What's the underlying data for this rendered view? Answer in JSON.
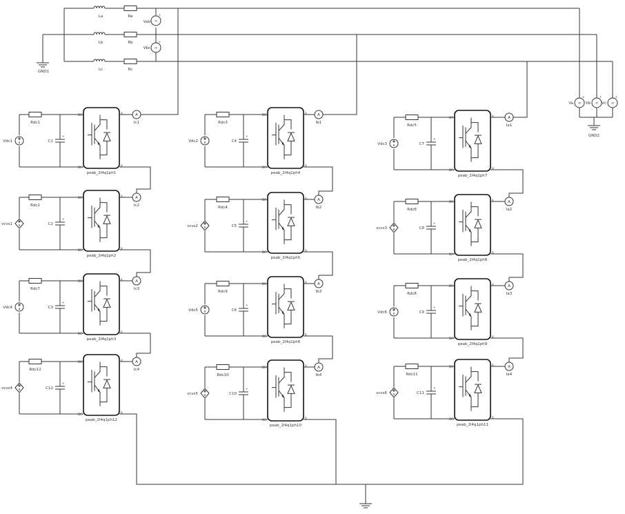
{
  "grid": {
    "inductors": [
      "La",
      "Lb",
      "Lc"
    ],
    "resistors": [
      "Ra",
      "Rb",
      "Rc"
    ],
    "sources": [
      "Vab",
      "Vbc"
    ],
    "ground": "GND1"
  },
  "loads": {
    "meters": [
      "Va",
      "Vb",
      "Vc"
    ],
    "ground": "GND2"
  },
  "pins": {
    "dcp": "DC+",
    "dcm": "DC-",
    "a": "A",
    "b": "B"
  },
  "modules": [
    [
      {
        "src": "Vdc1",
        "r": "Rdc1",
        "c": "C1",
        "meter": "Ic1",
        "name": "peab_2l4q1ph1",
        "srcType": "dc"
      },
      {
        "src": "vcvs1",
        "r": "Rdc2",
        "c": "C2",
        "meter": "Ic2",
        "name": "peab_2l4q1ph2",
        "srcType": "cv"
      },
      {
        "src": "Vdc4",
        "r": "Rdc7",
        "c": "C3",
        "meter": "Ic3",
        "name": "peab_2l4q1ph3",
        "srcType": "dc"
      },
      {
        "src": "vcvs4",
        "r": "Rdc12",
        "c": "C12",
        "meter": "Ic4",
        "name": "peab_2l4q1ph12",
        "srcType": "cv"
      }
    ],
    [
      {
        "src": "Vdc2",
        "r": "Rdc3",
        "c": "C4",
        "meter": "Ib1",
        "name": "peab_2l4q1ph4",
        "srcType": "dc"
      },
      {
        "src": "vcvs2",
        "r": "Rdc4",
        "c": "C5",
        "meter": "Ib2",
        "name": "peab_2l4q1ph5",
        "srcType": "cv"
      },
      {
        "src": "Vdc5",
        "r": "Rdc9",
        "c": "C6",
        "meter": "Ib3",
        "name": "peab_2l4q1ph6",
        "srcType": "dc"
      },
      {
        "src": "vcvs5",
        "r": "Rdc10",
        "c": "C10",
        "meter": "Ib4",
        "name": "peab_2l4q1ph10",
        "srcType": "cv"
      }
    ],
    [
      {
        "src": "Vdc3",
        "r": "Rdc5",
        "c": "C7",
        "meter": "Ia1",
        "name": "peab_2l4q1ph7",
        "srcType": "dc"
      },
      {
        "src": "vcvs3",
        "r": "Rdc6",
        "c": "C8",
        "meter": "Ia2",
        "name": "peab_2l4q1ph8",
        "srcType": "cv"
      },
      {
        "src": "Vdc6",
        "r": "Rdc8",
        "c": "C9",
        "meter": "Ia3",
        "name": "peab_2l4q1ph9",
        "srcType": "dc"
      },
      {
        "src": "vcvs6",
        "r": "Rdc11",
        "c": "C11",
        "meter": "Ia4",
        "name": "peab_2l4q1ph11",
        "srcType": "cv"
      }
    ]
  ]
}
